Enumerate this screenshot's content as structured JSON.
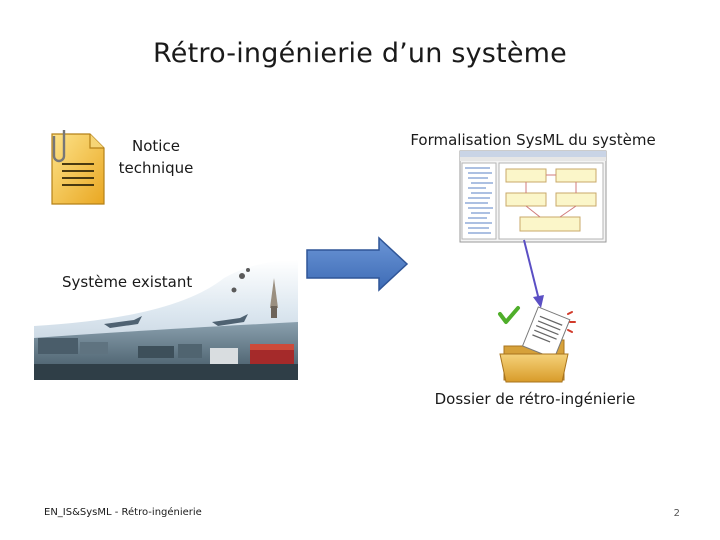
{
  "slide": {
    "title": "Rétro-ingénierie d’un système",
    "notice_label_line1": "Notice",
    "notice_label_line2": "technique",
    "formalisation_label": "Formalisation SysML du système",
    "systeme_label": "Système existant",
    "dossier_label": "Dossier de rétro-ingénierie",
    "footer_left": "EN_IS&SysML - Rétro-ingénierie",
    "page_number": "2"
  },
  "icons": {
    "notice": "document-with-paperclip-icon",
    "formalisation": "sysml-model-screenshot",
    "systeme": "transport-systems-collage",
    "dossier": "folder-with-checkmark-icon",
    "main_arrow": "right-arrow",
    "connector_arrow": "down-arrow"
  },
  "colors": {
    "arrow_fill": "#4f7fc6",
    "arrow_stroke": "#2f5597",
    "connector": "#5b4fc4",
    "folder": "#e5b64a",
    "document": "#f3c24a"
  }
}
